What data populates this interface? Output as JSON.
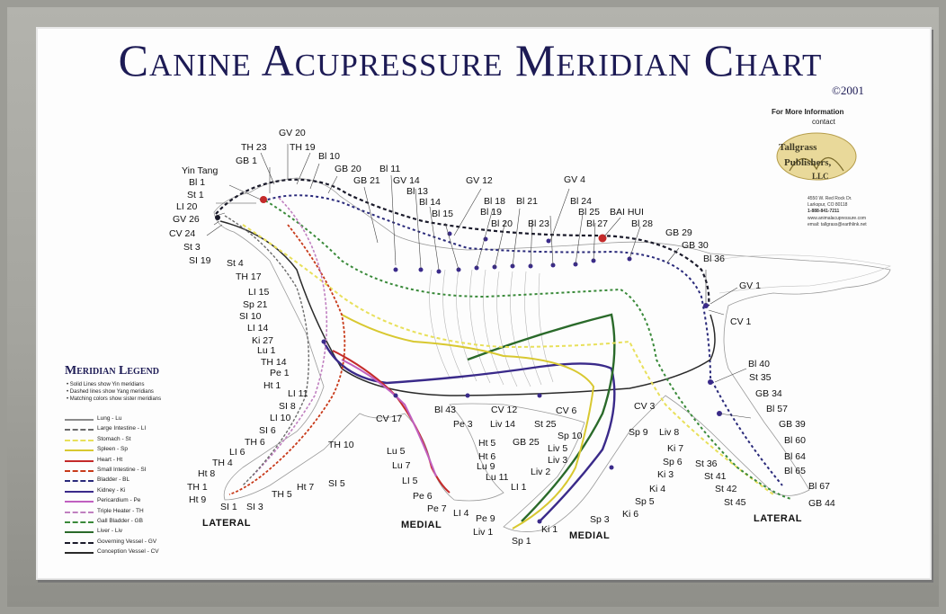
{
  "poster": {
    "title": "Canine Acupressure Meridian Chart",
    "copyright": "©2001",
    "info_title": "For More Information",
    "info_sub": "contact",
    "logo_line1": "Tallgrass",
    "logo_line2": "Publishers,",
    "logo_line3": "LLC",
    "address_lines": [
      "4550 W. Red Rock Dr.",
      "Larkspur, CO 80118",
      "1-888-841-7211",
      "www.animalacupressure.com",
      "email: tallgrass@earthlink.net"
    ]
  },
  "colors": {
    "title": "#1d1b55",
    "lung": "#8a8a8a",
    "large_intestine": "#6a6a6a",
    "stomach": "#e8e05a",
    "spleen": "#d8c830",
    "heart": "#c42a2a",
    "small_intestine": "#c83a1a",
    "bladder": "#2a2a7a",
    "kidney": "#3a2a8a",
    "pericardium": "#c060c0",
    "triple_heater": "#c080c0",
    "gall_bladder": "#3a8a3a",
    "liver": "#2a6a2a",
    "governing_vessel": "#1a1a2a",
    "conception_vessel": "#2a2a2a"
  },
  "legend": {
    "title": "Meridian Legend",
    "notes": [
      "• Solid Lines show Yin meridians",
      "• Dashed lines show Yang meridians",
      "• Matching colors show sister meridians"
    ],
    "items": [
      {
        "label": "Lung - Lu",
        "color": "#8a8a8a",
        "style": "solid"
      },
      {
        "label": "Large Intestine - LI",
        "color": "#6a6a6a",
        "style": "dashed"
      },
      {
        "label": "Stomach - St",
        "color": "#e8e05a",
        "style": "dashed"
      },
      {
        "label": "Spleen - Sp",
        "color": "#d8c830",
        "style": "solid"
      },
      {
        "label": "Heart - Ht",
        "color": "#c42a2a",
        "style": "solid"
      },
      {
        "label": "Small Intestine - SI",
        "color": "#c83a1a",
        "style": "dashed"
      },
      {
        "label": "Bladder - BL",
        "color": "#2a2a7a",
        "style": "dashed"
      },
      {
        "label": "Kidney - Ki",
        "color": "#3a2a8a",
        "style": "solid"
      },
      {
        "label": "Pericardium - Pe",
        "color": "#c060c0",
        "style": "solid"
      },
      {
        "label": "Triple Heater - TH",
        "color": "#c080c0",
        "style": "dashed"
      },
      {
        "label": "Gall Bladder - GB",
        "color": "#3a8a3a",
        "style": "dashed"
      },
      {
        "label": "Liver - Liv",
        "color": "#2a6a2a",
        "style": "solid"
      },
      {
        "label": "Governing Vessel - GV",
        "color": "#1a1a2a",
        "style": "dashed"
      },
      {
        "label": "Conception Vessel - CV",
        "color": "#2a2a2a",
        "style": "solid"
      }
    ]
  },
  "views": {
    "lateral_front": "LATERAL",
    "medial_front": "MEDIAL",
    "medial_hind": "MEDIAL",
    "lateral_hind": "LATERAL"
  },
  "points": {
    "head": [
      "GV 20",
      "TH 23",
      "TH 19",
      "GB 1",
      "Bl 10",
      "GB 20",
      "Yin Tang",
      "Bl 1",
      "St 1",
      "LI 20",
      "GV 26",
      "CV 24",
      "St 3",
      "SI 19",
      "St 4"
    ],
    "back": [
      "Bl 11",
      "GB 21",
      "GV 14",
      "Bl 13",
      "Bl 14",
      "Bl 15",
      "GV 12",
      "Bl 18",
      "Bl 19",
      "Bl 20",
      "Bl 21",
      "Bl 23",
      "GV 4",
      "Bl 24",
      "Bl 25",
      "BAI HUI",
      "Bl 27",
      "Bl 28",
      "GB 29",
      "GB 30",
      "Bl 36",
      "GV 1",
      "CV 1"
    ],
    "front_left": [
      "TH 17",
      "LI 15",
      "Sp 21",
      "SI 10",
      "LI 14",
      "Ki 27",
      "Lu 1",
      "TH 14",
      "Pe 1",
      "Ht 1",
      "LI 11",
      "SI 8",
      "LI 10",
      "SI 6",
      "TH 6",
      "LI 6",
      "TH 4",
      "Ht 8",
      "TH 1",
      "Ht 9",
      "SI 1",
      "SI 3",
      "TH 5",
      "Ht 7",
      "SI 5",
      "TH 10"
    ],
    "front_medial": [
      "CV 17",
      "Lu 5",
      "Lu 7",
      "LI 5",
      "Pe 6",
      "Pe 7",
      "LI 4",
      "Ht 5",
      "Ht 6",
      "Lu 9",
      "Lu 11",
      "LI 1",
      "Bl 43",
      "Pe 3"
    ],
    "belly": [
      "CV 12",
      "Liv 14",
      "St 25",
      "GB 25",
      "CV 6",
      "Sp 10",
      "Liv 5",
      "Liv 3",
      "Liv 2",
      "Pe 9",
      "Liv 1",
      "Sp 1",
      "Ki 1",
      "Sp 3",
      "Ki 6",
      "Sp 5",
      "Ki 4",
      "Ki 3",
      "Sp 6",
      "Ki 7",
      "Sp 9",
      "Liv 8",
      "CV 3"
    ],
    "hind": [
      "Bl 40",
      "St 35",
      "GB 34",
      "Bl 57",
      "GB 39",
      "Bl 60",
      "Bl 64",
      "Bl 65",
      "Bl 67",
      "GB 44",
      "St 36",
      "St 41",
      "St 42",
      "St 45"
    ]
  }
}
